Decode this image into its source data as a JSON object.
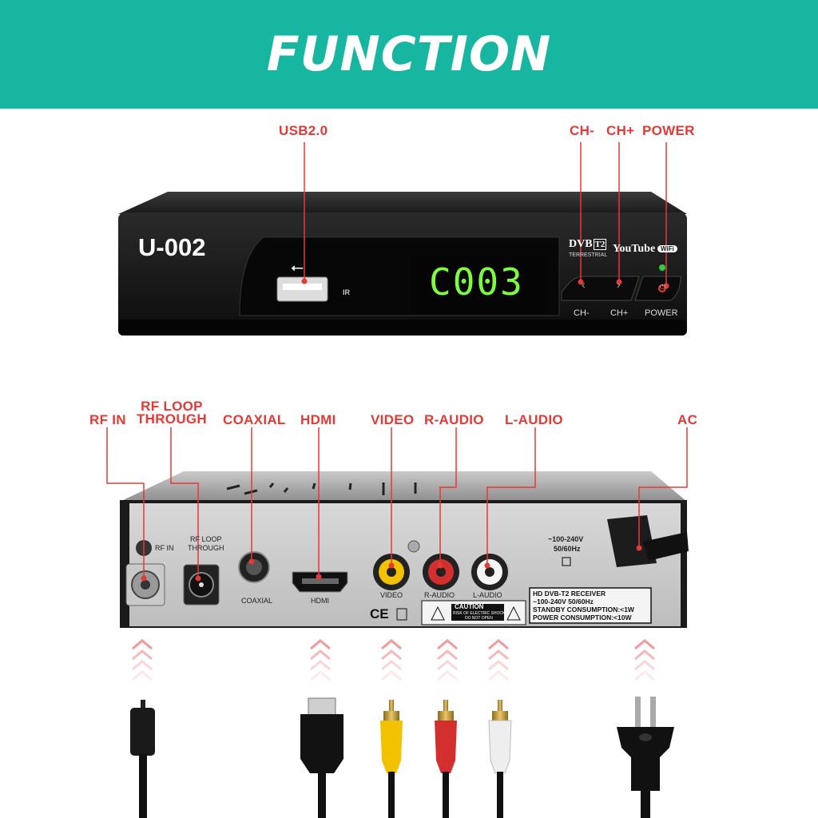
{
  "banner": {
    "title": "FUNCTION",
    "color": "#17b6a1"
  },
  "accent_color": "#e53935",
  "front_panel": {
    "model": "U-002",
    "display": "C003",
    "ir_label": "IR",
    "logos": {
      "dvb": "DVB",
      "dvb_t2": "T2",
      "dvb_sub": "TERRESTRIAL",
      "youtube": "YouTube",
      "wifi": "WiFi"
    },
    "buttons": [
      "CH-",
      "CH+",
      "POWER"
    ],
    "callouts": {
      "usb": "USB2.0",
      "ch_minus": "CH-",
      "ch_plus": "CH+",
      "power": "POWER"
    }
  },
  "rear_panel": {
    "callouts": {
      "rf_in": "RF IN",
      "rf_loop_line1": "RF LOOP",
      "rf_loop_line2": "THROUGH",
      "coaxial": "COAXIAL",
      "hdmi": "HDMI",
      "video": "VIDEO",
      "r_audio": "R-AUDIO",
      "l_audio": "L-AUDIO",
      "ac": "AC"
    },
    "printed": {
      "rf_in": "RF IN",
      "rf_loop_line1": "RF LOOP",
      "rf_loop_line2": "THROUGH",
      "coaxial": "COAXIAL",
      "hdmi": "HDMI",
      "video": "VIDEO",
      "r_audio": "R-AUDIO",
      "l_audio": "L-AUDIO",
      "voltage": "~100-240V",
      "freq": "50/60Hz",
      "ce": "CE",
      "caution": "CAUTION",
      "caution_sub1": "RISK OF ELECTRIC SHOCK",
      "caution_sub2": "DO NOT OPEN",
      "spec_lines": [
        "HD DVB-T2 RECEIVER",
        "~100-240V 50/60Hz",
        "STANDBY CONSUMPTION:<1W",
        "POWER CONSUMPTION:<10W"
      ]
    }
  }
}
